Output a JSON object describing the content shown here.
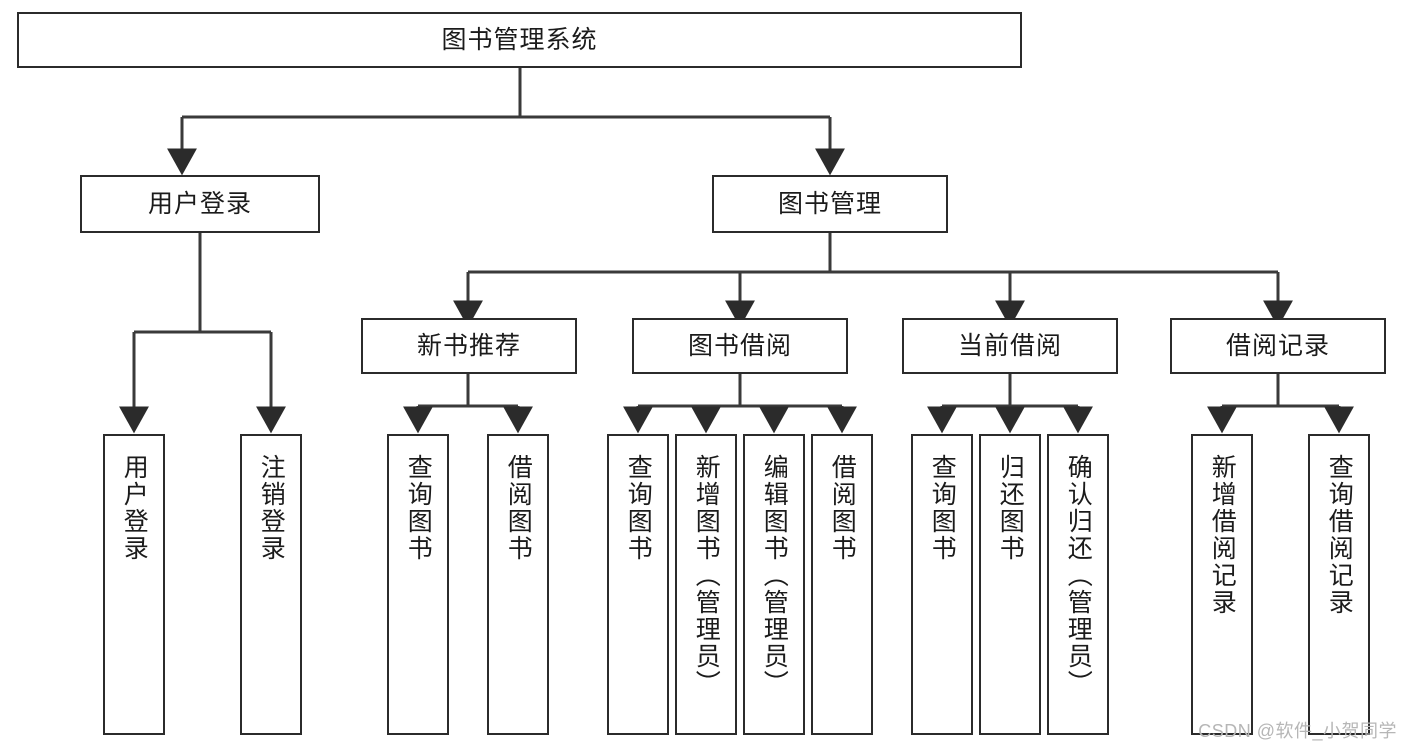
{
  "diagram": {
    "title": "图书管理系统",
    "type": "tree",
    "watermark": "CSDN @软件_小贺同学",
    "colors": {
      "box_border": "#2b2b2b",
      "box_fill": "#ffffff",
      "edge": "#3a3a3a",
      "text": "#1b1b1b",
      "watermark": "#b6b6b6",
      "background": "#ffffff"
    },
    "root": {
      "id": "root",
      "label": "图书管理系统"
    },
    "level2": [
      {
        "id": "user-login",
        "label": "用户登录"
      },
      {
        "id": "book-manage",
        "label": "图书管理"
      }
    ],
    "level3": [
      {
        "id": "new-book-rec",
        "label": "新书推荐",
        "parent": "book-manage"
      },
      {
        "id": "book-borrow",
        "label": "图书借阅",
        "parent": "book-manage"
      },
      {
        "id": "current-borrow",
        "label": "当前借阅",
        "parent": "book-manage"
      },
      {
        "id": "borrow-record",
        "label": "借阅记录",
        "parent": "book-manage"
      }
    ],
    "leaves": [
      {
        "id": "leaf-user-login",
        "label": "用户登录",
        "parent": "user-login"
      },
      {
        "id": "leaf-logout",
        "label": "注销登录",
        "parent": "user-login"
      },
      {
        "id": "leaf-query-book-1",
        "label": "查询图书",
        "parent": "new-book-rec"
      },
      {
        "id": "leaf-borrow-book-1",
        "label": "借阅图书",
        "parent": "new-book-rec"
      },
      {
        "id": "leaf-query-book-2",
        "label": "查询图书",
        "parent": "book-borrow"
      },
      {
        "id": "leaf-add-book",
        "label": "新增图书（管理员）",
        "parent": "book-borrow"
      },
      {
        "id": "leaf-edit-book",
        "label": "编辑图书（管理员）",
        "parent": "book-borrow"
      },
      {
        "id": "leaf-borrow-book-2",
        "label": "借阅图书",
        "parent": "book-borrow"
      },
      {
        "id": "leaf-query-book-3",
        "label": "查询图书",
        "parent": "current-borrow"
      },
      {
        "id": "leaf-return-book",
        "label": "归还图书",
        "parent": "current-borrow"
      },
      {
        "id": "leaf-confirm-return",
        "label": "确认归还（管理员）",
        "parent": "current-borrow"
      },
      {
        "id": "leaf-add-record",
        "label": "新增借阅记录",
        "parent": "borrow-record"
      },
      {
        "id": "leaf-query-record",
        "label": "查询借阅记录",
        "parent": "borrow-record"
      }
    ]
  }
}
